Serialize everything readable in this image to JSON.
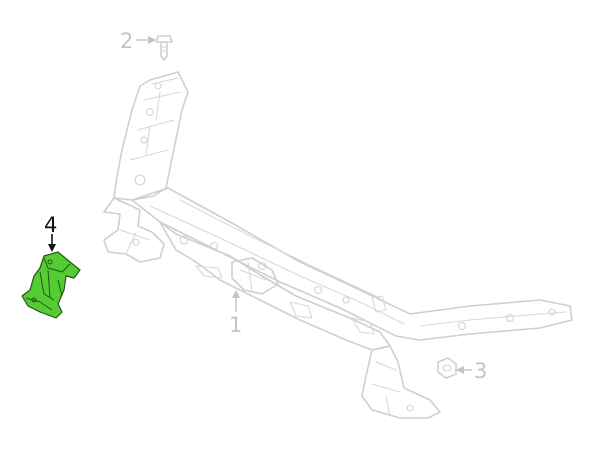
{
  "diagram": {
    "callouts": [
      {
        "id": "1",
        "label": "1"
      },
      {
        "id": "2",
        "label": "2"
      },
      {
        "id": "3",
        "label": "3"
      },
      {
        "id": "4",
        "label": "4"
      }
    ],
    "highlighted_part": "4",
    "colors": {
      "highlight_fill": "#55cc33",
      "highlight_stroke": "#1f5a10",
      "line_art": "#cfcfcf",
      "dim_label": "#c4c4c4",
      "active_label": "#111111"
    }
  }
}
